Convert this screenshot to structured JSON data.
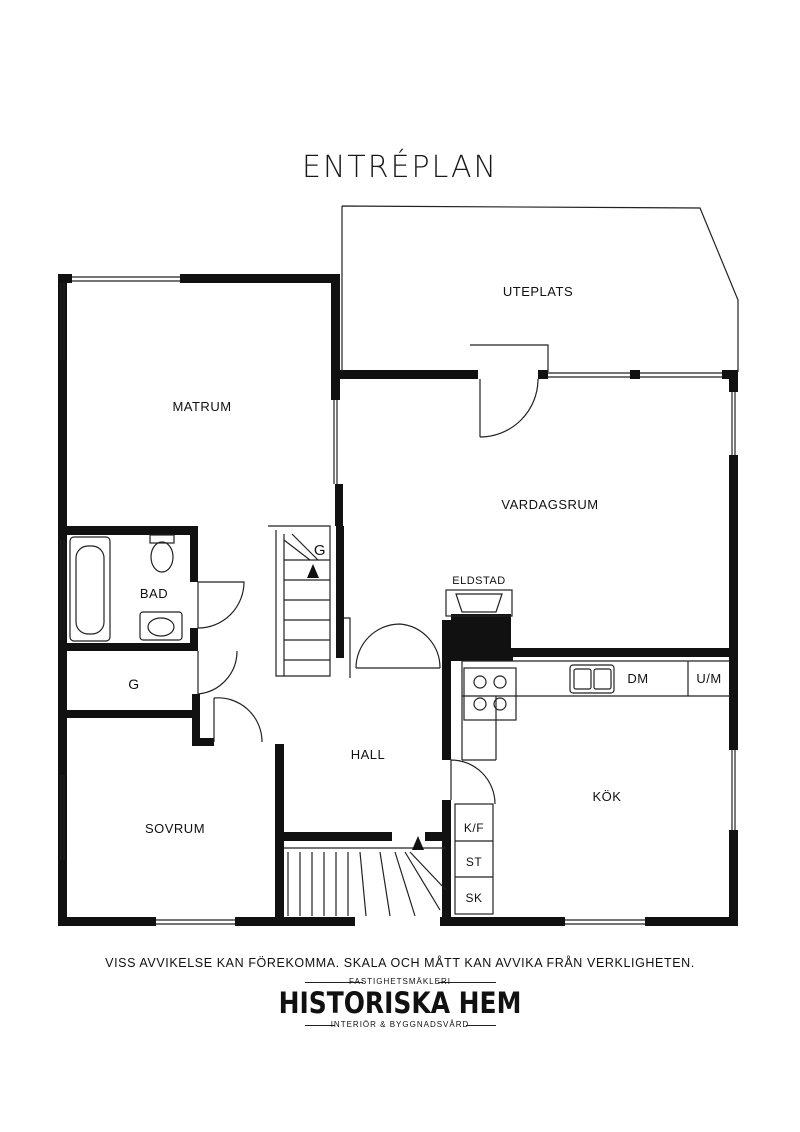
{
  "title": "ENTRÉPLAN",
  "rooms": {
    "uteplats": "UTEPLATS",
    "matrum": "MATRUM",
    "vardagsrum": "VARDAGSRUM",
    "bad": "BAD",
    "g_stair": "G",
    "g_closet": "G",
    "eldstad": "ELDSTAD",
    "hall": "HALL",
    "kok": "KÖK",
    "sovrum": "SOVRUM",
    "dm": "DM",
    "um": "U/M",
    "kf": "K/F",
    "st": "ST",
    "sk": "SK"
  },
  "disclaimer": "VISS AVVIKELSE KAN FÖREKOMMA. SKALA OCH MÅTT KAN AVVIKA FRÅN VERKLIGHETEN.",
  "brand": {
    "top": "FASTIGHETSMÄKLERI",
    "name": "HISTORISKA HEM",
    "sub": "INTERIÖR & BYGGNADSVÅRD"
  },
  "colors": {
    "ink": "#111111",
    "background": "#ffffff"
  }
}
